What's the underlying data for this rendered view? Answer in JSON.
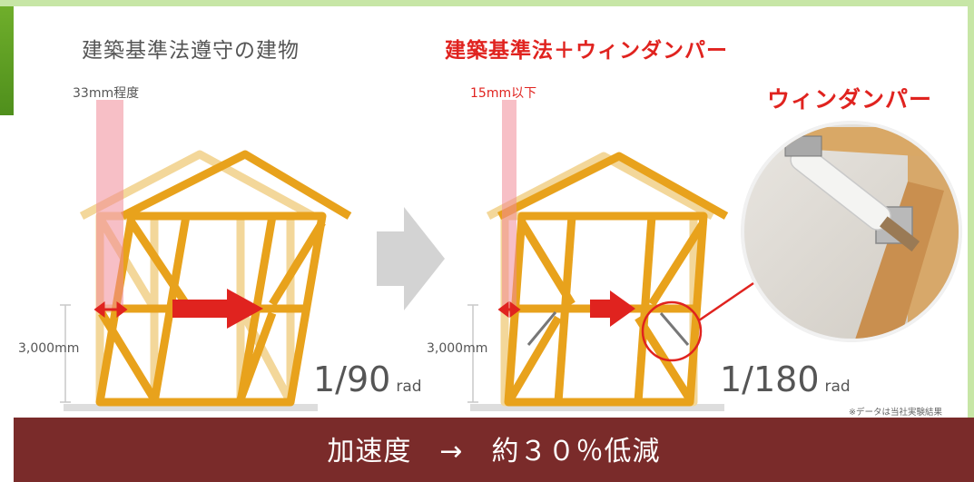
{
  "titles": {
    "left": "建築基準法遵守の建物",
    "right": "建築基準法＋ウィンダンパー",
    "photo": "ウィンダンパー"
  },
  "left_building": {
    "offset_label": "33mm程度",
    "height_label": "3,000mm",
    "drift_value": "1/90",
    "drift_unit": "rad"
  },
  "right_building": {
    "offset_label": "15mm以下",
    "height_label": "3,000mm",
    "drift_value": "1/180",
    "drift_unit": "rad"
  },
  "footnote": "※データは当社実験結果",
  "result_banner": "加速度　→　約３０％低減",
  "colors": {
    "timber": "#e8a21c",
    "timber_ghost": "#f3d79a",
    "accent_red": "#e0231f",
    "banner": "#7a2b2a",
    "frame_green": "#c7e6a6"
  }
}
